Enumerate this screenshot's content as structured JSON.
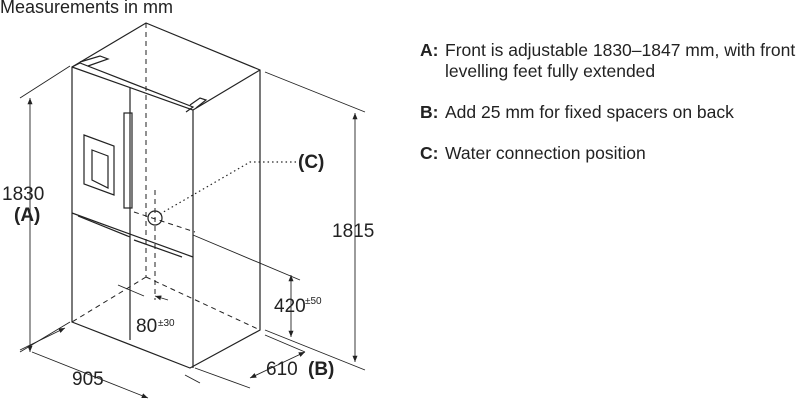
{
  "title": "Measurements in mm",
  "dimensions": {
    "height_front": "1830",
    "height_front_ref": "(A)",
    "height_side": "1815",
    "width": "905",
    "depth": "610",
    "depth_ref": "(B)",
    "water_height": "420",
    "water_height_tol": "±50",
    "water_offset": "80",
    "water_offset_tol": "±30",
    "water_ref": "(C)"
  },
  "notes": [
    {
      "key": "A:",
      "text": "Front is adjustable 1830–1847 mm, with front levelling feet fully extended"
    },
    {
      "key": "B:",
      "text": "Add 25 mm for fixed spacers on back"
    },
    {
      "key": "C:",
      "text": "Water connection position"
    }
  ]
}
